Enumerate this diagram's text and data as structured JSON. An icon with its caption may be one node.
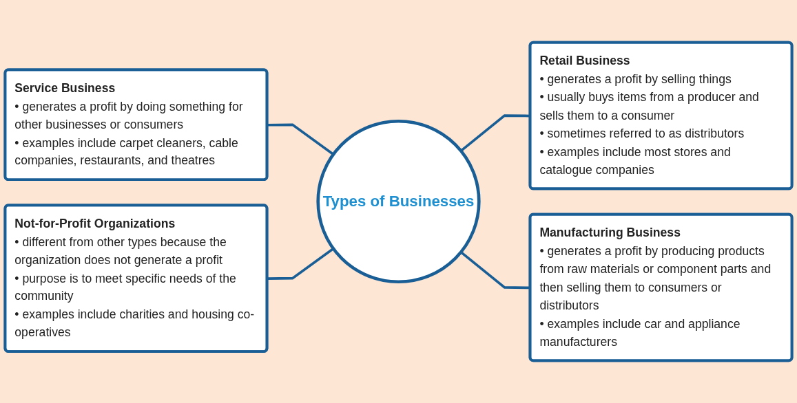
{
  "diagram": {
    "nodes": [
      {
        "text": [
          "Types of Businesses"
        ]
      },
      {
        "text": [
          "Service Business",
          "• generates a profit by doing something for other businesses or consumers",
          "• examples include carpet cleaners, cable companies, restaurants, and theatres"
        ]
      },
      {
        "text": [
          "Retail Business",
          "• generates a profit by selling things",
          "• usually buys items from a producer and sells them to a consumer",
          "• sometimes referred to as distributors",
          "• examples include most stores and catalogue companies"
        ]
      },
      {
        "text": [
          "Not-for-Profit Organizations",
          "• different from other types because the organization does not generate a profit",
          "• purpose is to meet specific needs of the community",
          "• examples include charities and housing co-operatives"
        ]
      },
      {
        "text": [
          "Manufacturing Business",
          "• generates a profit by producing products from raw materials or component parts and then selling them to consumers or distributors",
          "• examples include car and appliance manufacturers"
        ]
      }
    ],
    "edges": [
      {
        "from": 1,
        "to": 0,
        "arrow": "none"
      },
      {
        "from": 3,
        "to": 0,
        "arrow": "none"
      },
      {
        "from": 0,
        "to": 2,
        "arrow": "none"
      },
      {
        "from": 0,
        "to": 4,
        "arrow": "none"
      }
    ]
  }
}
